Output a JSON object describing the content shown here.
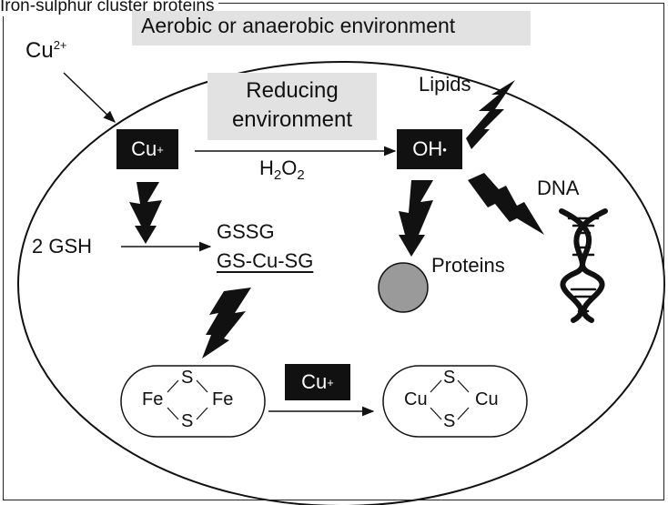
{
  "caption": "Iron-sulphur cluster proteins",
  "environment": "Aerobic or anaerobic environment",
  "reducing": {
    "line1": "Reducing",
    "line2": "environment"
  },
  "cu2": {
    "base": "Cu",
    "sup": "2+"
  },
  "cu1": {
    "base": "Cu",
    "sup": "+"
  },
  "oh": {
    "base": "OH",
    "sup": "•"
  },
  "h2o2": {
    "a": "H",
    "b": "2",
    "c": "O",
    "d": "2"
  },
  "gsh": "2 GSH",
  "gssg": "GSSG",
  "gscusg": "GS-Cu-SG",
  "lipids": "Lipids",
  "dna": "DNA",
  "proteins": "Proteins",
  "cu_bottom": {
    "base": "Cu",
    "sup": "+"
  },
  "fe_cluster": {
    "s_top": "S",
    "s_bottom": "S",
    "left": "Fe",
    "right": "Fe"
  },
  "cu_cluster": {
    "s_top": "S",
    "s_bottom": "S",
    "left": "Cu",
    "right": "Cu"
  },
  "colors": {
    "ink": "#111111",
    "gray_box": "#e2e2e2",
    "protein_fill": "#9a9a9a"
  }
}
